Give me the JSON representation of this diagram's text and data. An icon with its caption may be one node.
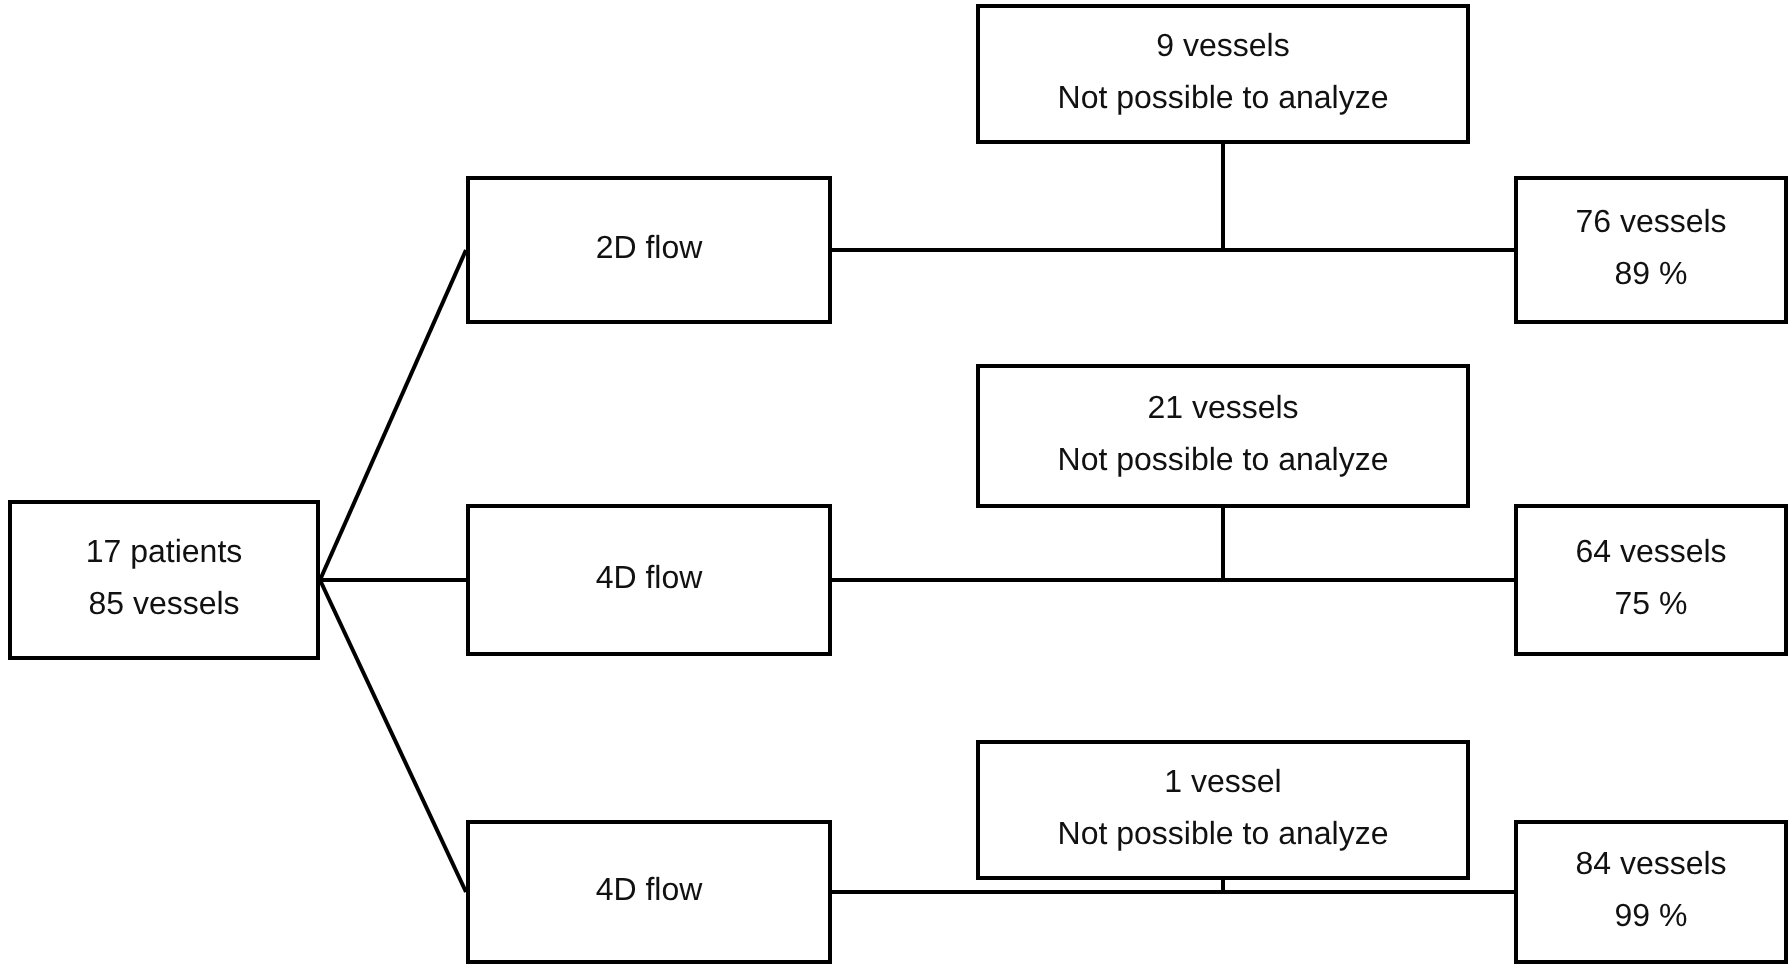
{
  "diagram": {
    "nodes": [
      {
        "text": [
          "17 patients",
          "85 vessels"
        ]
      },
      {
        "text": [
          "2D flow"
        ]
      },
      {
        "text": [
          "9 vessels",
          "Not possible to analyze"
        ]
      },
      {
        "text": [
          "76 vessels",
          "89 %"
        ]
      },
      {
        "text": [
          "4D flow"
        ]
      },
      {
        "text": [
          "21 vessels",
          "Not possible to analyze"
        ]
      },
      {
        "text": [
          "64 vessels",
          "75 %"
        ]
      },
      {
        "text": [
          "4D flow"
        ]
      },
      {
        "text": [
          "1 vessel",
          "Not possible to analyze"
        ]
      },
      {
        "text": [
          "84 vessels",
          "99 %"
        ]
      }
    ],
    "edges": [
      {
        "from": 0,
        "to": 1,
        "arrow": "none"
      },
      {
        "from": 0,
        "to": 4,
        "arrow": "none"
      },
      {
        "from": 0,
        "to": 7,
        "arrow": "none"
      },
      {
        "from": 1,
        "to": 2,
        "arrow": "none"
      },
      {
        "from": 1,
        "to": 3,
        "arrow": "none"
      },
      {
        "from": 4,
        "to": 5,
        "arrow": "none"
      },
      {
        "from": 4,
        "to": 6,
        "arrow": "none"
      },
      {
        "from": 7,
        "to": 8,
        "arrow": "none"
      },
      {
        "from": 7,
        "to": 9,
        "arrow": "none"
      }
    ]
  }
}
